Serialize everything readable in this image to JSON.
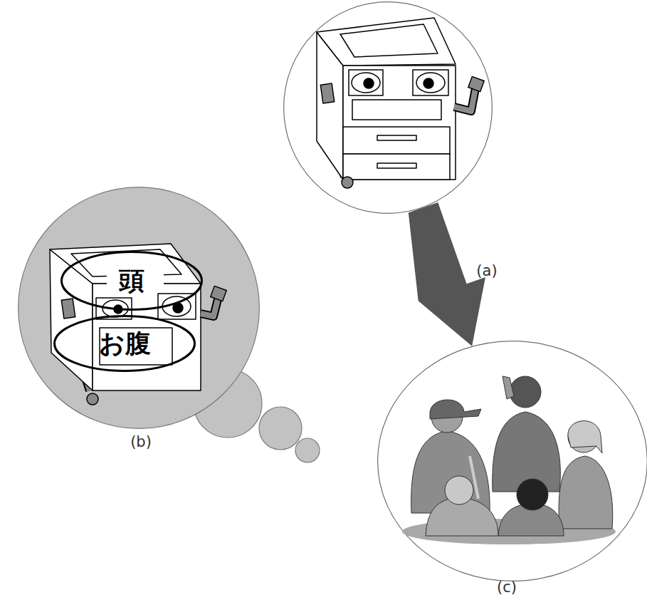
{
  "diagram": {
    "nodes": [
      {
        "text": []
      },
      {
        "text": [
          "(b)"
        ]
      },
      {
        "text": [
          "頭"
        ],
        "in": 1
      },
      {
        "text": [
          "お腹"
        ],
        "in": 1
      },
      {
        "text": [
          "(c)"
        ]
      }
    ],
    "edges": [
      {
        "from": 0,
        "to": 4,
        "arrow": "to",
        "label": "(a)"
      }
    ]
  }
}
